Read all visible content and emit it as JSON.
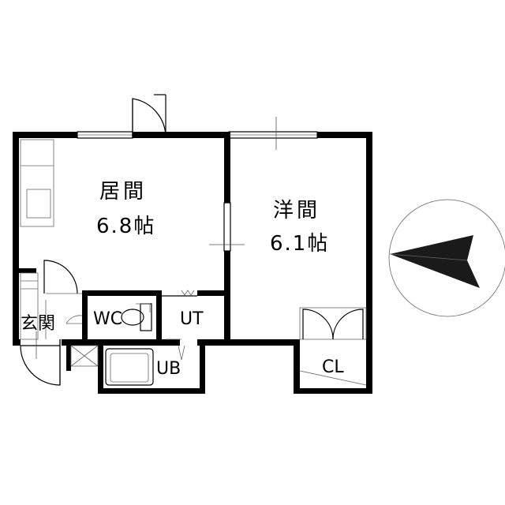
{
  "rooms": {
    "living": {
      "name": "居間",
      "size": "6.8帖"
    },
    "western": {
      "name": "洋間",
      "size": "6.1帖"
    },
    "entrance": {
      "name": "玄関"
    },
    "wc": {
      "name": "WC"
    },
    "ut": {
      "name": "UT"
    },
    "ub": {
      "name": "UB"
    },
    "cl": {
      "name": "CL"
    }
  },
  "compass": {
    "icon": "north-arrow-icon"
  }
}
